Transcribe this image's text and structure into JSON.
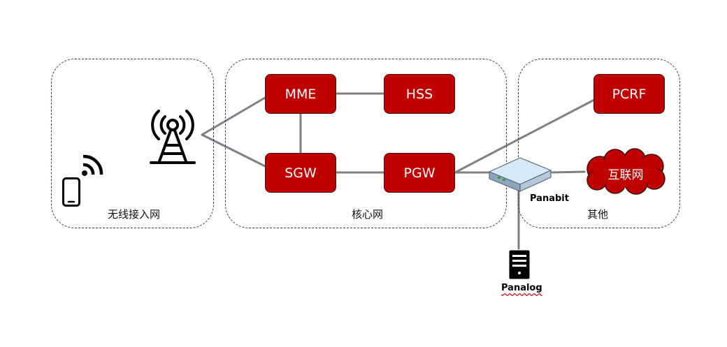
{
  "colors": {
    "node_fill": "#c00000",
    "node_border": "#3a1414",
    "region_border": "#2f3d55",
    "link": "#808080",
    "cloud_fill": "#c00000"
  },
  "regions": {
    "ran": {
      "label": "无线接入网"
    },
    "core": {
      "label": "核心网"
    },
    "other": {
      "label": "其他"
    }
  },
  "nodes": {
    "mme": "MME",
    "hss": "HSS",
    "sgw": "SGW",
    "pgw": "PGW",
    "pcrf": "PCRF",
    "internet": "互联网"
  },
  "devices": {
    "panabit": "Panabit",
    "panalog": "Panalog"
  },
  "icons": {
    "phone": "smartphone-icon",
    "wifi": "wifi-signal-icon",
    "tower": "radio-tower-icon",
    "switch": "network-switch-icon",
    "server": "server-icon",
    "cloud": "cloud-icon"
  }
}
